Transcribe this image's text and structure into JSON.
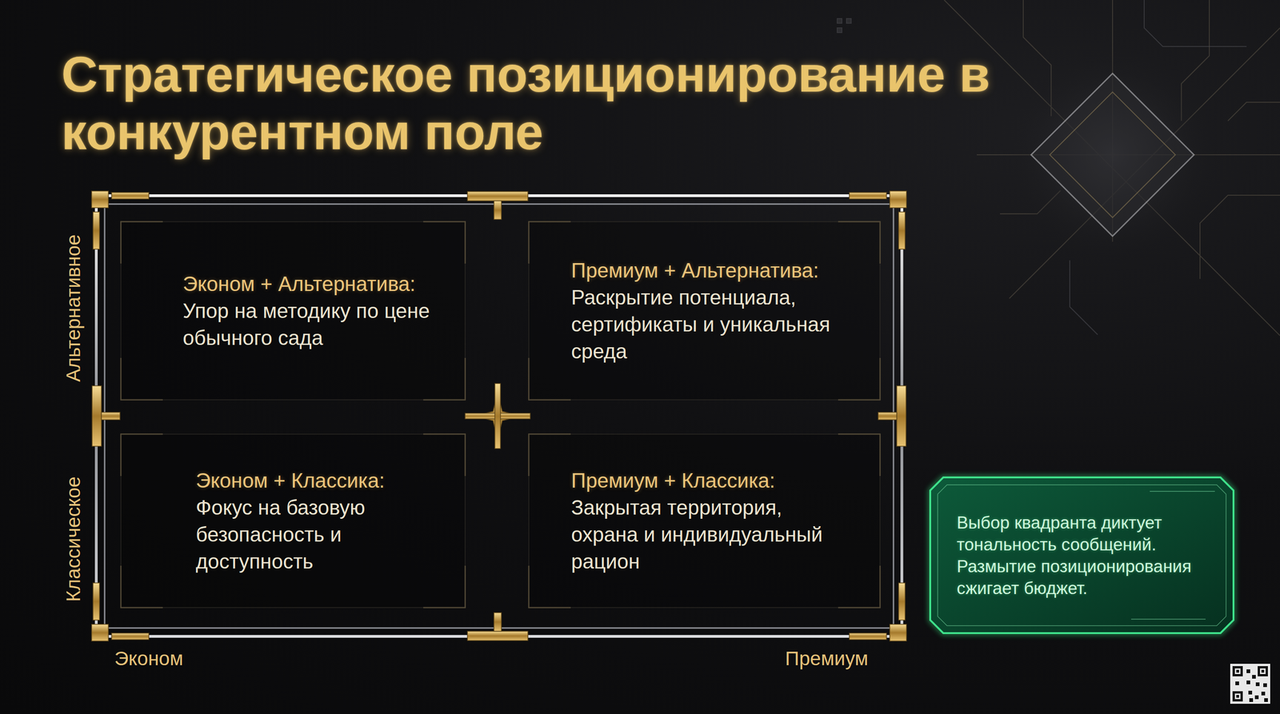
{
  "diagram": {
    "title": "Стратегическое позиционирование в конкурентном поле",
    "nodes": [
      {
        "text": [
          "Эконом + Альтернатива:",
          "Упор на методику по цене обычного сада"
        ]
      },
      {
        "text": [
          "Премиум + Альтернатива:",
          "Раскрытие потенциала, сертификаты и уникальная среда"
        ]
      },
      {
        "text": [
          "Эконом + Классика:",
          "Фокус на базовую безопасность и доступность"
        ]
      },
      {
        "text": [
          "Премиум + Классика:",
          "Закрытая территория, охрана и индивидуальный рацион"
        ]
      },
      {
        "text": [
          "Выбор квадранта диктует тональность сообщений. Размытие позиционирования сжигает бюджет."
        ]
      }
    ],
    "labels": [
      "Альтернативное",
      "Классическое",
      "Эконом",
      "Премиум"
    ]
  }
}
